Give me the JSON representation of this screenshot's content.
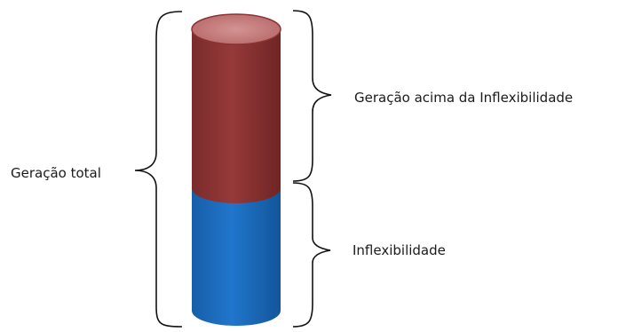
{
  "labels": {
    "total": "Geração total",
    "above": "Geração acima da Inflexibilidade",
    "inflexibility": "Inflexibilidade"
  },
  "cylinder": {
    "top_segment_color": "#8b3333",
    "bottom_segment_color": "#1c6bbd",
    "top_cap_color": "#c97a7a"
  }
}
